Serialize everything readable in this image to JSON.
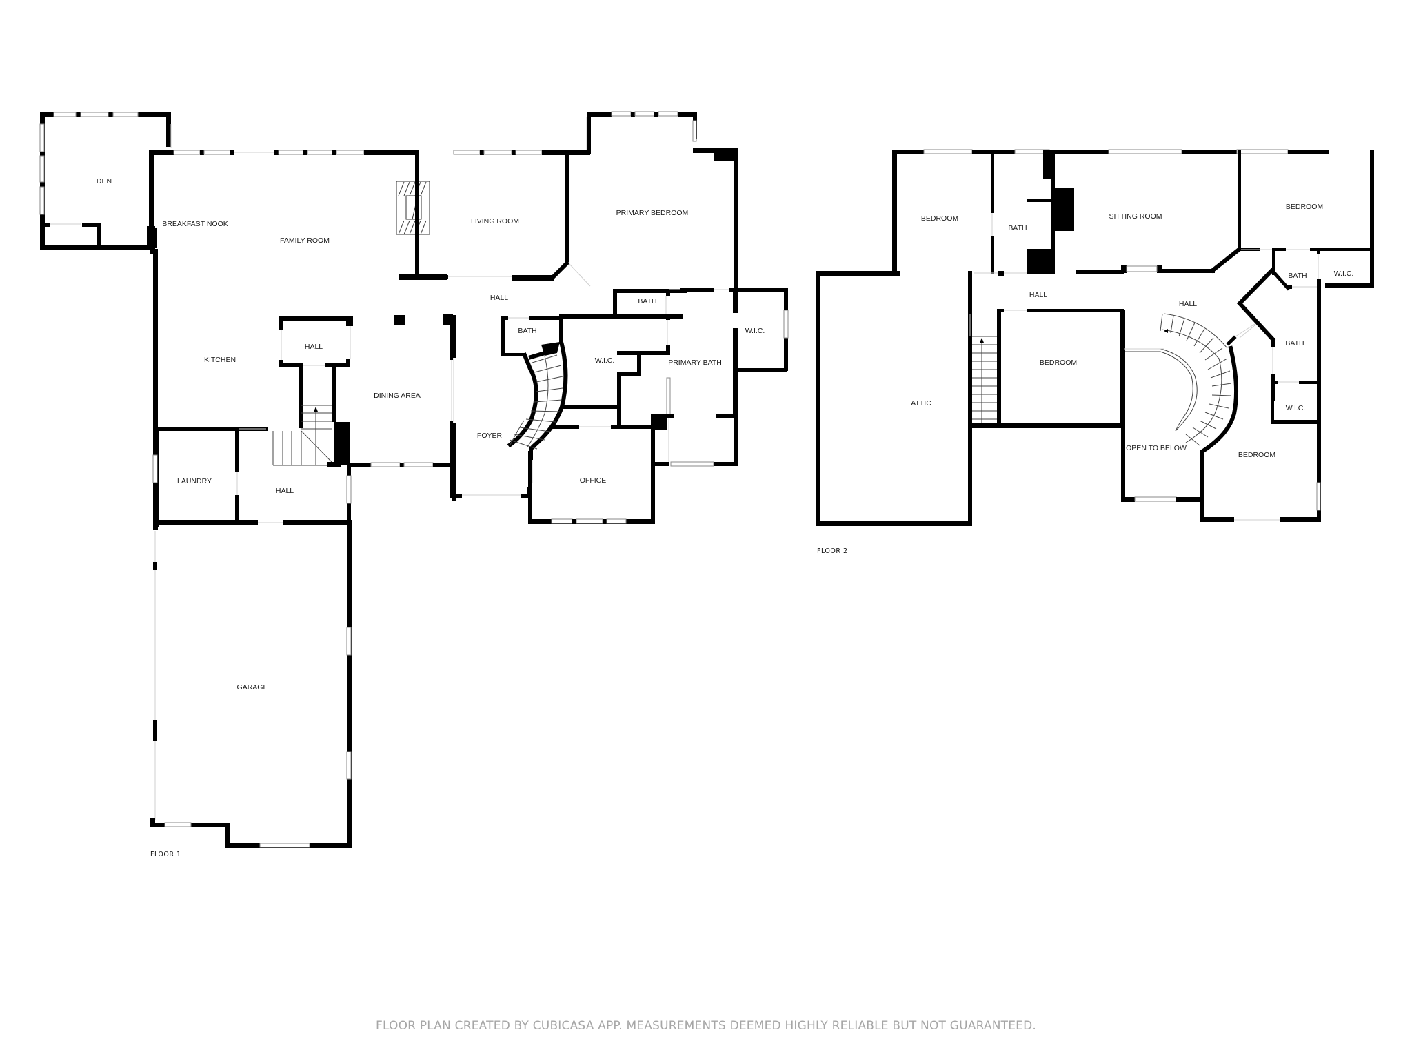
{
  "floor1": {
    "label": "FLOOR 1",
    "rooms": {
      "den": "DEN",
      "breakfast_nook": "BREAKFAST NOOK",
      "family_room": "FAMILY ROOM",
      "living_room": "LIVING ROOM",
      "primary_bedroom": "PRIMARY BEDROOM",
      "kitchen": "KITCHEN",
      "hall_upper": "HALL",
      "dining_area": "DINING AREA",
      "hall_center": "HALL",
      "bath_hall": "BATH",
      "bath_primary": "BATH",
      "wic_center": "W.I.C.",
      "primary_bath": "PRIMARY BATH",
      "wic_primary": "W.I.C.",
      "foyer": "FOYER",
      "laundry": "LAUNDRY",
      "hall_lower": "HALL",
      "office": "OFFICE",
      "garage": "GARAGE"
    }
  },
  "floor2": {
    "label": "FLOOR 2",
    "rooms": {
      "bedroom_nw": "BEDROOM",
      "bath_n": "BATH",
      "sitting_room": "SITTING ROOM",
      "bedroom_ne": "BEDROOM",
      "bath_ne": "BATH",
      "wic_ne": "W.I.C.",
      "hall_west": "HALL",
      "hall_east": "HALL",
      "bath_e": "BATH",
      "wic_e": "W.I.C.",
      "attic": "ATTIC",
      "bedroom_center": "BEDROOM",
      "open_to_below": "OPEN TO BELOW",
      "bedroom_se": "BEDROOM"
    }
  },
  "footer": {
    "disclaimer": "FLOOR PLAN CREATED BY CUBICASA APP. MEASUREMENTS DEEMED HIGHLY RELIABLE BUT NOT GUARANTEED."
  },
  "colors": {
    "wall": "#000000",
    "background": "#ffffff",
    "footer_text": "#a6a6a6"
  }
}
